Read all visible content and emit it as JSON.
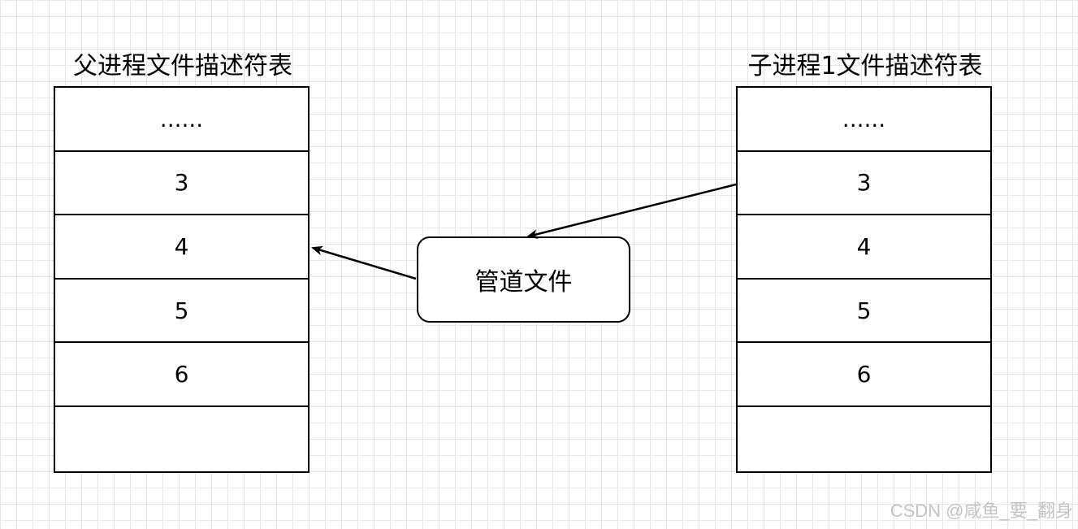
{
  "parent_table": {
    "title": "父进程文件描述符表",
    "rows": [
      "......",
      "3",
      "4",
      "5",
      "6",
      ""
    ]
  },
  "child_table": {
    "title": "子进程1文件描述符表",
    "rows": [
      "......",
      "3",
      "4",
      "5",
      "6",
      ""
    ]
  },
  "pipe_file": {
    "label": "管道文件"
  },
  "watermark": "CSDN @咸鱼_要_翻身"
}
